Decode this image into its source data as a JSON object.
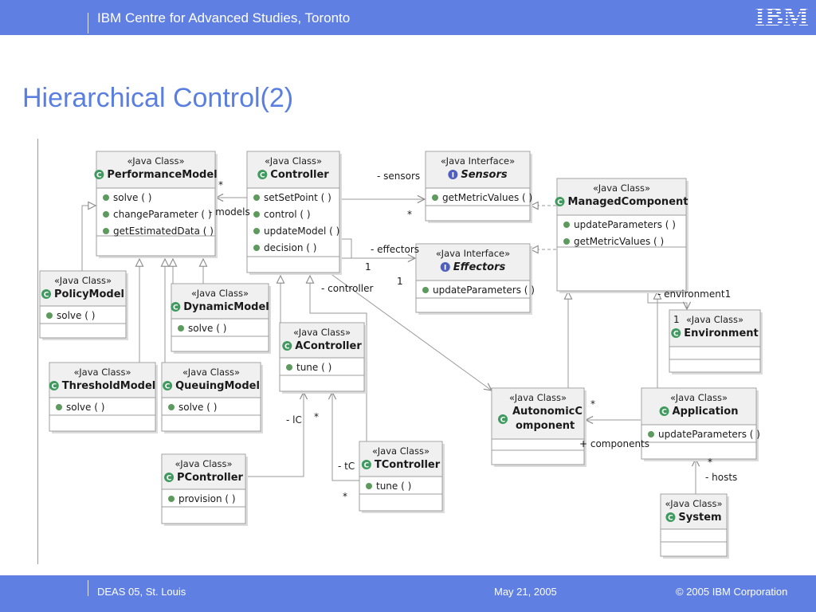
{
  "header": {
    "title": "IBM Centre for Advanced Studies, Toronto",
    "logo_text": "IBM"
  },
  "slide": {
    "title": "Hierarchical Control(2)"
  },
  "footer": {
    "left": "DEAS 05, St. Louis",
    "date": "May 21, 2005",
    "copyright": "© 2005 IBM Corporation"
  },
  "colors": {
    "bar": "#5f7fe3",
    "title": "#5a7fe0",
    "box_border": "#9c9c9c",
    "box_header": "#f0f0f0",
    "class_icon": "#3f9a5f",
    "interface_icon": "#4f5fbf",
    "method_dot": "#5d9a5d"
  },
  "diagram": {
    "classes": {
      "PerformanceModel": {
        "stereotype": "«Java Class»",
        "name": "PerformanceModel",
        "kind": "class",
        "methods": [
          "solve ( )",
          "changeParameter ( )",
          "getEstimatedData ( )"
        ]
      },
      "Controller": {
        "stereotype": "«Java Class»",
        "name": "Controller",
        "kind": "class",
        "methods": [
          "setSetPoint ( )",
          "control ( )",
          "updateModel ( )",
          "decision ( )"
        ]
      },
      "Sensors": {
        "stereotype": "«Java Interface»",
        "name": "Sensors",
        "kind": "interface",
        "methods": [
          "getMetricValues ( )"
        ]
      },
      "Effectors": {
        "stereotype": "«Java Interface»",
        "name": "Effectors",
        "kind": "interface",
        "methods": [
          "updateParameters ( )"
        ]
      },
      "ManagedComponent": {
        "stereotype": "«Java Class»",
        "name": "ManagedComponent",
        "kind": "class",
        "methods": [
          "updateParameters ( )",
          "getMetricValues ( )"
        ]
      },
      "PolicyModel": {
        "stereotype": "«Java Class»",
        "name": "PolicyModel",
        "kind": "class",
        "methods": [
          "solve ( )"
        ]
      },
      "DynamicModel": {
        "stereotype": "«Java Class»",
        "name": "DynamicModel",
        "kind": "class",
        "methods": [
          "solve ( )"
        ]
      },
      "AController": {
        "stereotype": "«Java Class»",
        "name": "AController",
        "kind": "class",
        "methods": [
          "tune ( )"
        ]
      },
      "ThresholdModel": {
        "stereotype": "«Java Class»",
        "name": "ThresholdModel",
        "kind": "class",
        "methods": [
          "solve ( )"
        ]
      },
      "QueuingModel": {
        "stereotype": "«Java Class»",
        "name": "QueuingModel",
        "kind": "class",
        "methods": [
          "solve ( )"
        ]
      },
      "Environment": {
        "stereotype": "«Java Class»",
        "name": "Environment",
        "kind": "class",
        "methods": []
      },
      "AutonomicComponent": {
        "stereotype": "«Java Class»",
        "name": "AutonomicC",
        "name2": "omponent",
        "kind": "class",
        "methods": []
      },
      "Application": {
        "stereotype": "«Java Class»",
        "name": "Application",
        "kind": "class",
        "methods": [
          "updateParameters ( )"
        ]
      },
      "PController": {
        "stereotype": "«Java Class»",
        "name": "PController",
        "kind": "class",
        "methods": [
          "provision ( )"
        ]
      },
      "TController": {
        "stereotype": "«Java Class»",
        "name": "TController",
        "kind": "class",
        "methods": [
          "tune ( )"
        ]
      },
      "System": {
        "stereotype": "«Java Class»",
        "name": "System",
        "kind": "class",
        "methods": []
      }
    },
    "labels": {
      "models_star": "*",
      "models": "- models",
      "sensors": "- sensors",
      "sensors_star": "*",
      "effectors": "- effectors",
      "effectors_one_a": "1",
      "effectors_one_b": "1",
      "controller": "- controller",
      "environment1": "- environment1",
      "env_one": "1",
      "ic": "- lC",
      "ic_star": "*",
      "tc": "- tC",
      "tc_star": "*",
      "components_star": "*",
      "components": "+ components",
      "hosts_star": "*",
      "hosts": "- hosts"
    }
  }
}
